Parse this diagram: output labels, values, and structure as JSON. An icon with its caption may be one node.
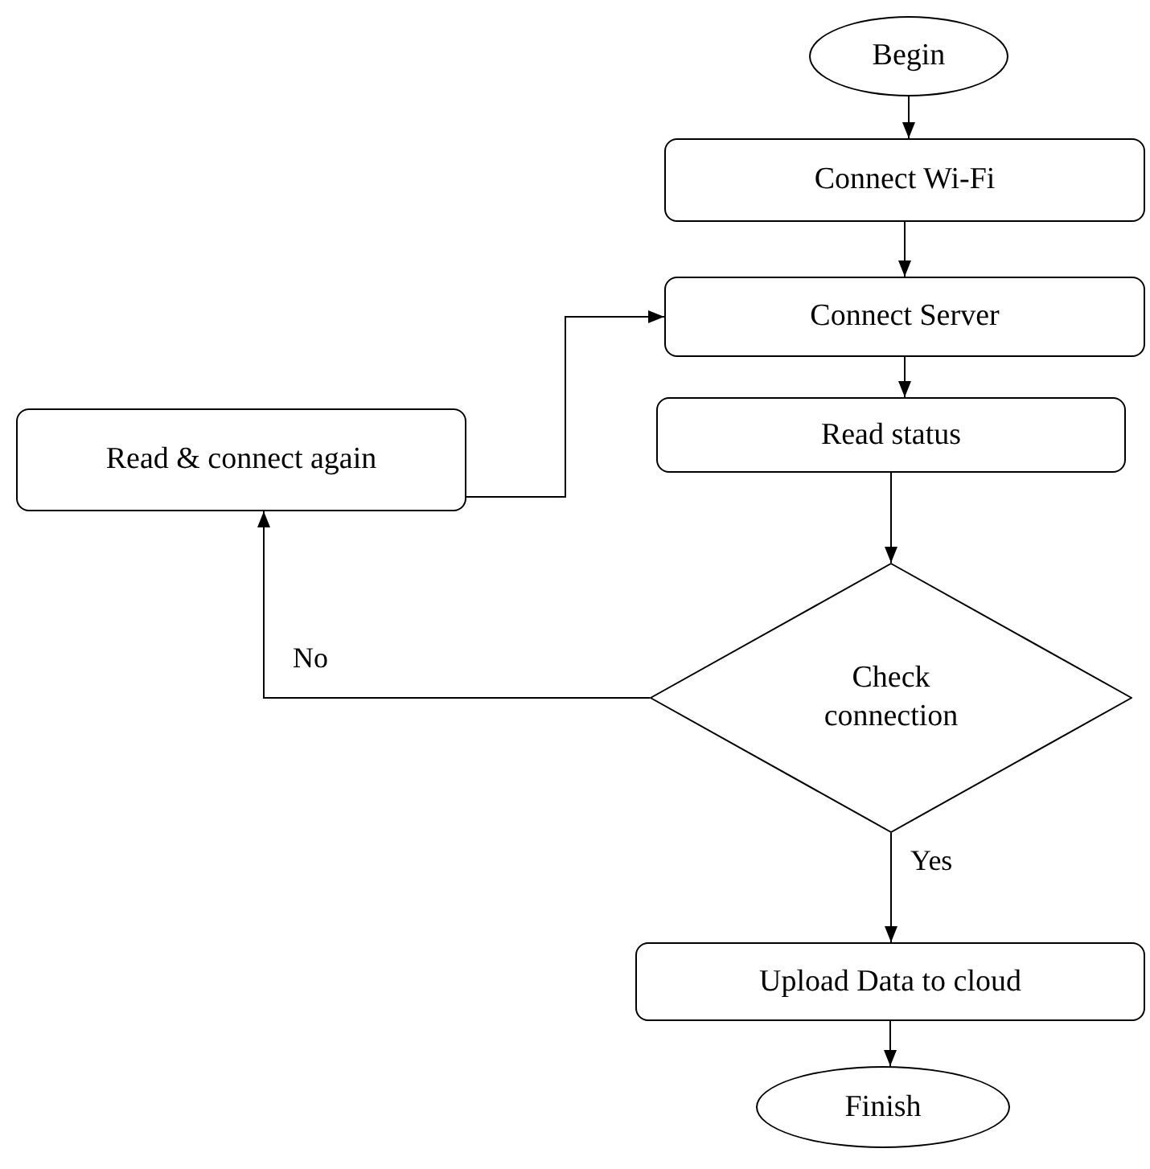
{
  "diagram": {
    "nodes": [
      {
        "text": [
          "Begin"
        ]
      },
      {
        "text": [
          "Connect Wi-Fi"
        ]
      },
      {
        "text": [
          "Connect Server"
        ]
      },
      {
        "text": [
          "Read & connect again"
        ]
      },
      {
        "text": [
          "Read status"
        ]
      },
      {
        "text": [
          "Check connection"
        ]
      },
      {
        "text": [
          "Upload Data to cloud"
        ]
      },
      {
        "text": [
          "Finish"
        ]
      }
    ],
    "edges": [
      {
        "from": 0,
        "to": 1,
        "arrow": "to"
      },
      {
        "from": 1,
        "to": 2,
        "arrow": "to"
      },
      {
        "from": 2,
        "to": 4,
        "arrow": "to"
      },
      {
        "from": 4,
        "to": 5,
        "arrow": "to"
      },
      {
        "from": 5,
        "to": 3,
        "arrow": "to",
        "label": "No"
      },
      {
        "from": 3,
        "to": 2,
        "arrow": "to"
      },
      {
        "from": 5,
        "to": 6,
        "arrow": "to",
        "label": "Yes"
      },
      {
        "from": 6,
        "to": 7,
        "arrow": "to"
      }
    ]
  }
}
